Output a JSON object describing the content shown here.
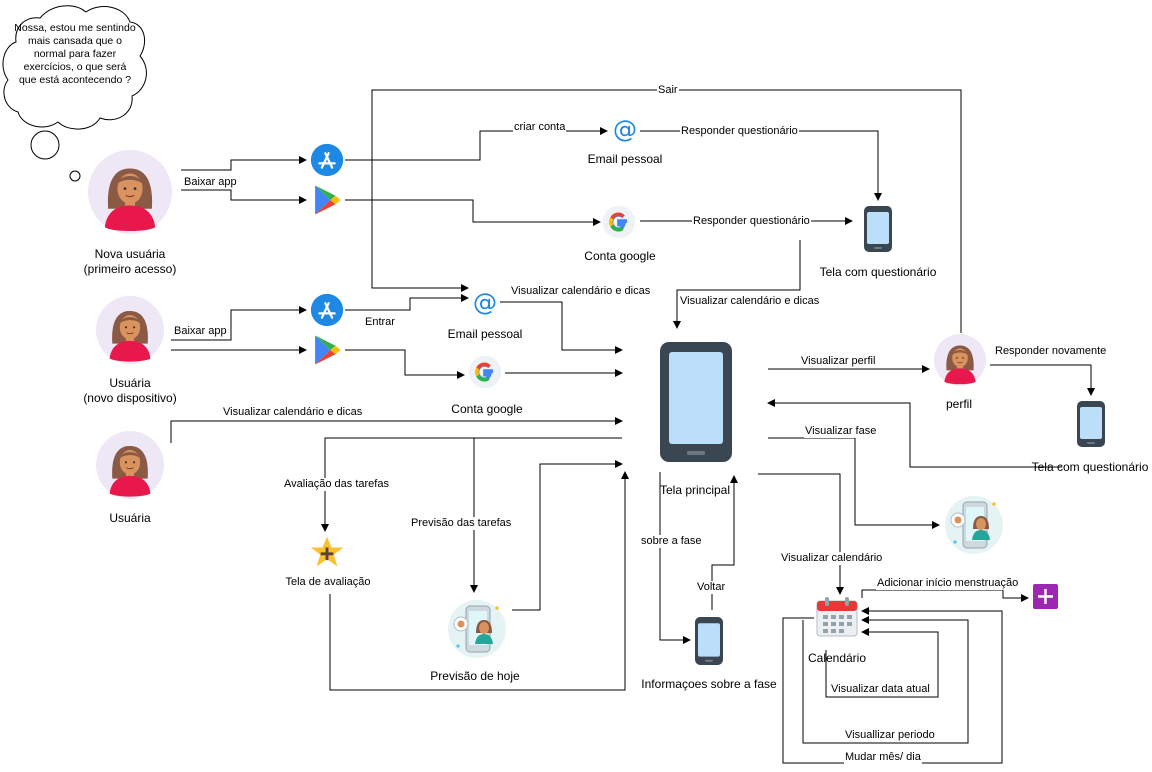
{
  "thought": "Nossa, estou me sentindo mais cansada que o normal para fazer exercícios, o que será que está acontecendo ?",
  "nodes": {
    "new_user": "Nova usuária\n(primeiro acesso)",
    "user_new_device": "Usuária\n(novo dispositivo)",
    "user": "Usuária",
    "email_top": "Email pessoal",
    "google_top": "Conta google",
    "quest_screen": "Tela com questionário",
    "email_mid": "Email pessoal",
    "google_mid": "Conta google",
    "main_screen": "Tela principal",
    "profile": "perfil",
    "quest_screen2": "Tela com questionário",
    "eval_screen": "Tela de avaliação",
    "today_forecast": "Previsão de hoje",
    "phase_info": "Informaçoes sobre a fase",
    "calendar": "Calendário"
  },
  "edges": {
    "download_1": "Baixar app",
    "download_2": "Baixar app",
    "create_account": "criar conta",
    "answer_q1": "Responder questionário",
    "answer_q2": "Responder questionário",
    "logout": "Sair",
    "login": "Entrar",
    "view_cal_tips_email": "Visualizar calendário e dicas",
    "view_cal_tips_quest": "Visualizar calendário e dicas",
    "view_cal_tips_user": "Visualizar calendário e dicas",
    "view_profile": "Visualizar perfil",
    "answer_again": "Responder novamente",
    "view_phase": "Visualizar fase",
    "task_eval": "Avaliação das tarefas",
    "task_forecast": "Previsão das tarefas",
    "about_phase": "sobre a fase",
    "back": "Voltar",
    "view_calendar": "Visualizar calendário",
    "add_period_start": "Adicionar início menstruação",
    "view_current_date": "Visualizar data atual",
    "view_period": "Visuallizar periodo",
    "change_month_day": "Mudar mês/ dia"
  },
  "icons": [
    "app-store-icon",
    "play-store-icon",
    "at-sign-icon",
    "google-icon",
    "smartphone-icon",
    "woman-avatar-icon",
    "star-plus-icon",
    "calendar-icon",
    "plus-square-icon",
    "video-call-icon"
  ],
  "colors": {
    "appstore": "#1E88E5",
    "play_green": "#2BB24C",
    "play_blue": "#4285F4",
    "play_yellow": "#FBBC05",
    "play_red": "#EA4335",
    "phone_body": "#3A4651",
    "phone_screen": "#BBDEFB",
    "avatar_bg": "#EDE7F6",
    "skin": "#D9935E",
    "hair": "#8A5A44",
    "shirt": "#E8184D",
    "star": "#FBC02D",
    "plus_square": "#9C27B0",
    "calendar_top": "#E53935"
  }
}
